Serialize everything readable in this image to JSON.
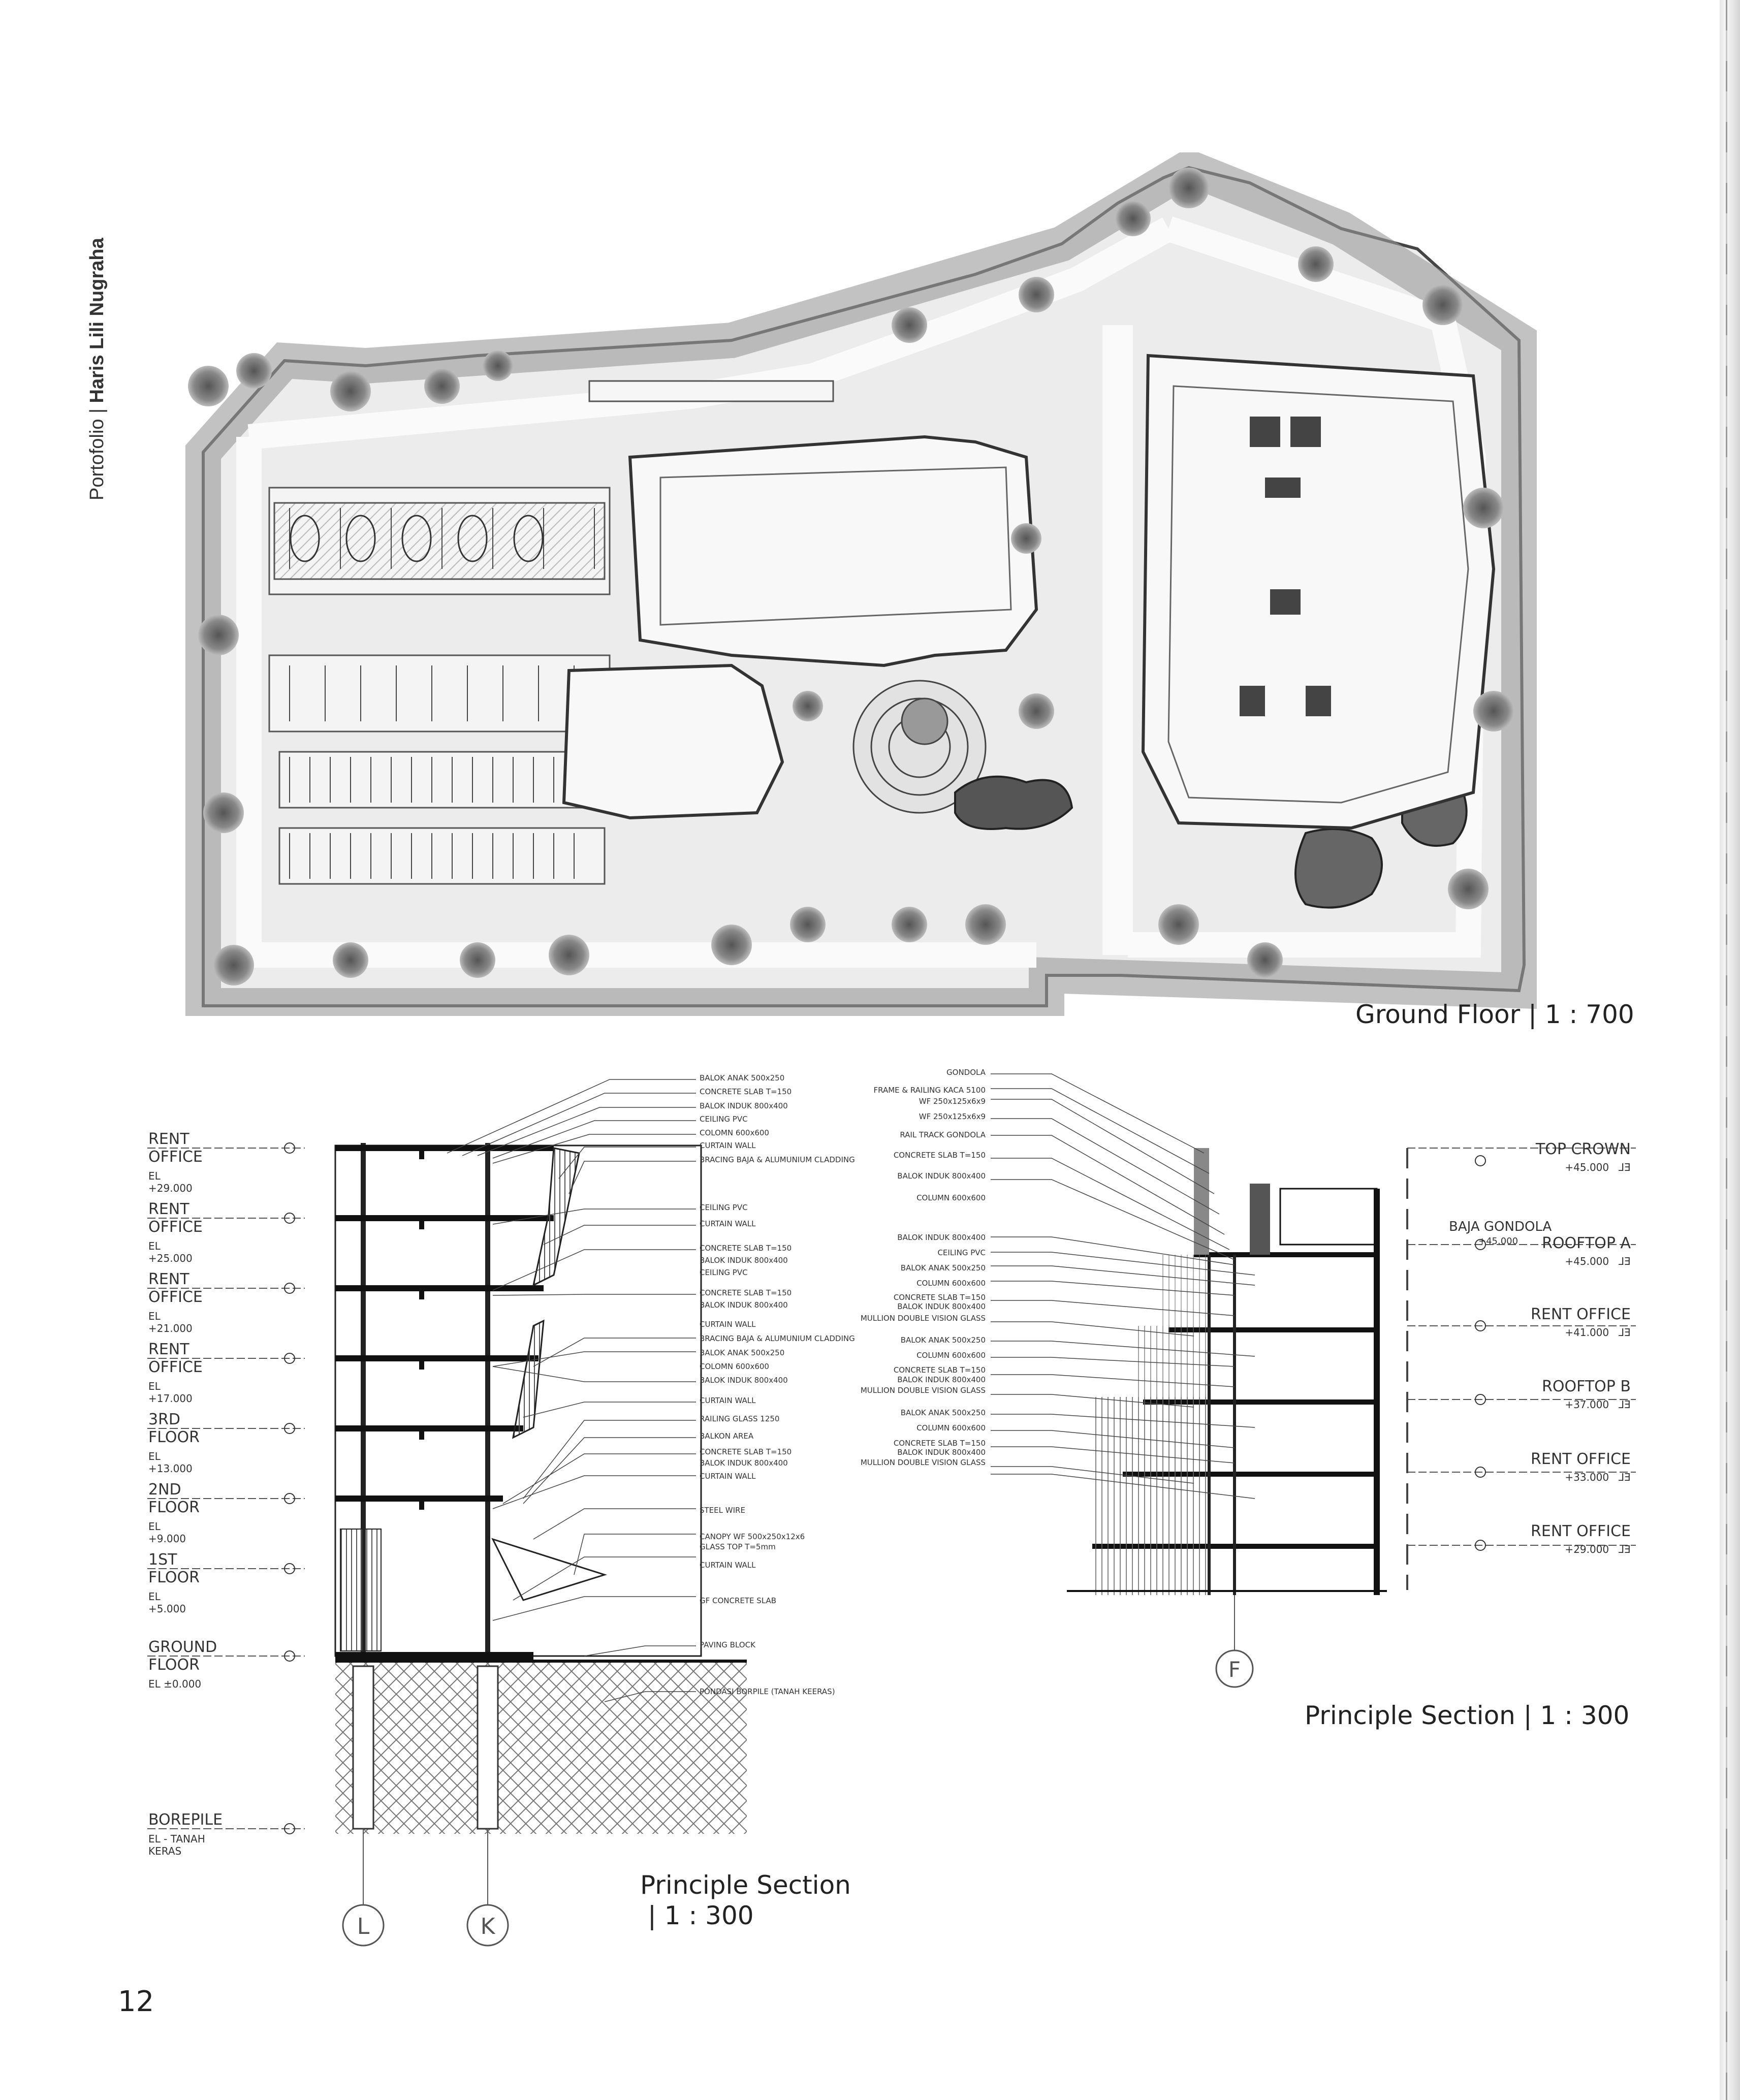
{
  "sidebar": {
    "author_prefix": "Portofolio | ",
    "author_name": "Haris Lili Nugraha"
  },
  "ground_floor": {
    "caption": "Ground Floor | 1 : 700"
  },
  "section_left": {
    "caption_line1": "Principle Section",
    "caption_line2": "| 1 : 300",
    "levels": [
      {
        "name": "RENT OFFICE",
        "el": "EL   +29.000"
      },
      {
        "name": "RENT OFFICE",
        "el": "EL   +25.000"
      },
      {
        "name": "RENT OFFICE",
        "el": "EL   +21.000"
      },
      {
        "name": "RENT OFFICE",
        "el": "EL   +17.000"
      },
      {
        "name": "3RD FLOOR",
        "el": "EL   +13.000"
      },
      {
        "name": "2ND FLOOR",
        "el": "EL   +9.000"
      },
      {
        "name": "1ST FLOOR",
        "el": "EL   +5.000"
      },
      {
        "name": "GROUND FLOOR",
        "el": "EL   ±0.000"
      },
      {
        "name": "BOREPILE",
        "el": "EL   -  TANAH KERAS"
      }
    ],
    "annotations": [
      "BALOK ANAK 500x250",
      "CONCRETE SLAB T=150",
      "BALOK INDUK 800x400",
      "CEILING PVC",
      "COLOMN 600x600",
      "CURTAIN WALL",
      "BRACING BAJA & ALUMUNIUM CLADDING",
      "CEILING PVC",
      "CURTAIN WALL",
      "CONCRETE SLAB T=150",
      "BALOK INDUK 800x400",
      "CEILING PVC",
      "CONCRETE SLAB T=150",
      "BALOK INDUK 800x400",
      "CURTAIN WALL",
      "BRACING BAJA & ALUMUNIUM CLADDING",
      "BALOK ANAK 500x250",
      "COLOMN 600x600",
      "BALOK INDUK 800x400",
      "CURTAIN WALL",
      "RAILING GLASS 1250",
      "BALKON AREA",
      "CONCRETE SLAB T=150",
      "BALOK INDUK 800x400",
      "CURTAIN WALL",
      "STEEL WIRE",
      "CANOPY WF 500x250x12x6",
      "GLASS TOP T=5mm",
      "CURTAIN WALL",
      "GF CONCRETE SLAB",
      "PAVING BLOCK",
      "PONDASI BORPILE (TANAH KEERAS)"
    ],
    "grid_labels": [
      "L",
      "K"
    ]
  },
  "section_right": {
    "caption": "Principle Section |  1 : 300",
    "levels": [
      {
        "name": "TOP CROWN",
        "el": "+45.000"
      },
      {
        "name": "ROOFTOP A",
        "el": "+45.000"
      },
      {
        "name": "RENT OFFICE",
        "el": "+41.000"
      },
      {
        "name": "ROOFTOP B",
        "el": "+37.000"
      },
      {
        "name": "RENT OFFICE",
        "el": "+33.000"
      },
      {
        "name": "RENT OFFICE",
        "el": "+29.000"
      }
    ],
    "el_suffix": "EL",
    "baja_gondola": "BAJA GONDOLA",
    "baja_gondola_el": "+45.000",
    "annotations": [
      "GONDOLA",
      "FRAME & RAILING KACA 5100",
      "WF 250x125x6x9",
      "WF 250x125x6x9",
      "RAIL TRACK GONDOLA",
      "CONCRETE SLAB T=150",
      "BALOK INDUK 800x400",
      "COLUMN 600x600",
      "BALOK INDUK 800x400",
      "CEILING PVC",
      "BALOK ANAK 500x250",
      "COLUMN 600x600",
      "CONCRETE SLAB T=150",
      "BALOK INDUK 800x400",
      "MULLION DOUBLE VISION GLASS",
      "BALOK ANAK 500x250",
      "COLUMN 600x600",
      "CONCRETE SLAB T=150",
      "BALOK INDUK 800x400",
      "MULLION DOUBLE VISION GLASS",
      "BALOK ANAK 500x250",
      "COLUMN 600x600",
      "CONCRETE SLAB T=150",
      "BALOK INDUK 800x400",
      "MULLION DOUBLE VISION GLASS"
    ],
    "grid_label": "F"
  },
  "page_number": "12"
}
